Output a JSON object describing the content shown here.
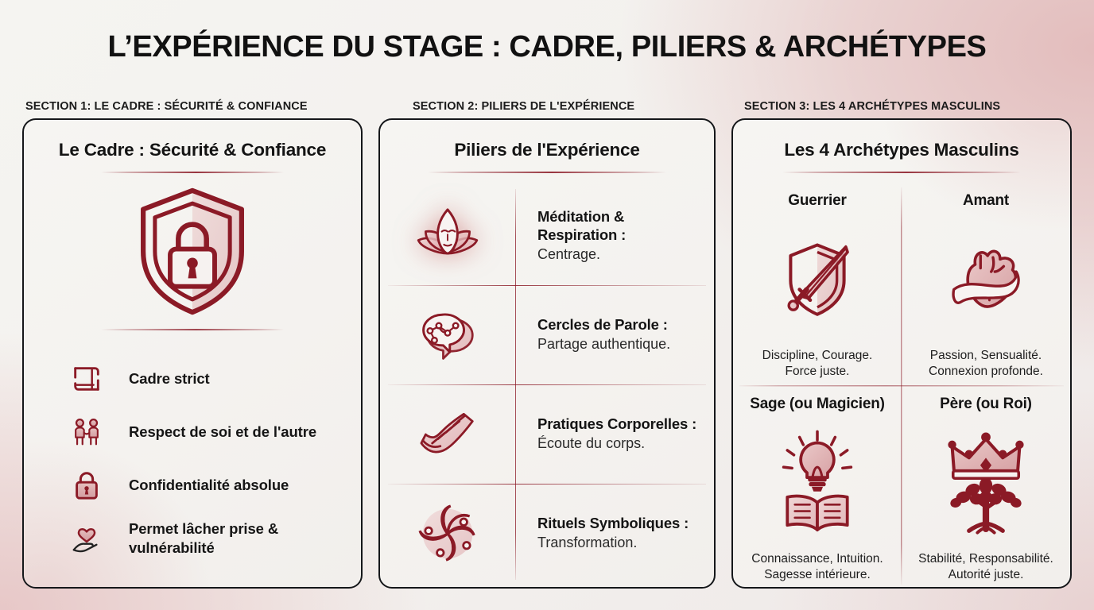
{
  "title": "L’EXPÉRIENCE DU STAGE : CADRE, PILIERS & ARCHÉTYPES",
  "colors": {
    "accent_dark": "#8B1A26",
    "accent_mid": "#A63544",
    "accent_light": "#E0AFAF",
    "text": "#141414",
    "card_bg": "#F4F2EF",
    "page_bg": "#F2F1EE",
    "border": "#15171A"
  },
  "sections": {
    "one_label": "SECTION 1: LE CADRE : SÉCURITÉ & CONFIANCE",
    "two_label": "SECTION 2: PILIERS DE L'EXPÉRIENCE",
    "three_label": "SECTION 3: LES 4 ARCHÉTYPES MASCULINS"
  },
  "cadre": {
    "title": "Le Cadre : Sécurité & Confiance",
    "hero_icon": "shield-lock-icon",
    "items": [
      {
        "icon": "frame-icon",
        "label": "Cadre strict"
      },
      {
        "icon": "handshake-icon",
        "label": "Respect de soi et de l'autre"
      },
      {
        "icon": "padlock-icon",
        "label": "Confidentialité absolue"
      },
      {
        "icon": "heart-hand-icon",
        "label": "Permet lâcher prise & vulnérabilité"
      }
    ]
  },
  "piliers": {
    "title": "Piliers de l'Expérience",
    "rows": [
      {
        "icon": "lotus-face-icon",
        "glow": true,
        "title": "Méditation & Respiration :",
        "sub": "Centrage."
      },
      {
        "icon": "speech-nodes-icon",
        "glow": false,
        "title": "Cercles de Parole :",
        "sub": "Partage authentique."
      },
      {
        "icon": "hands-touch-icon",
        "glow": false,
        "title": "Pratiques Corporelles :",
        "sub": "Écoute du corps."
      },
      {
        "icon": "spiral-nodes-icon",
        "glow": false,
        "title": "Rituels Symboliques :",
        "sub": "Transformation."
      }
    ]
  },
  "archetypes": {
    "title": "Les 4 Archétypes Masculins",
    "cells": [
      {
        "name": "Guerrier",
        "icon": "sword-shield-icon",
        "desc": "Discipline, Courage.\nForce juste."
      },
      {
        "name": "Amant",
        "icon": "heart-anatomy-icon",
        "desc": "Passion, Sensualité.\nConnexion profonde."
      },
      {
        "name": "Sage (ou Magicien)",
        "icon": "bulb-book-icon",
        "desc": "Connaissance, Intuition.\nSagesse intérieure."
      },
      {
        "name": "Père (ou Roi)",
        "icon": "crown-tree-icon",
        "desc": "Stabilité, Responsabilité.\nAutorité juste."
      }
    ]
  }
}
